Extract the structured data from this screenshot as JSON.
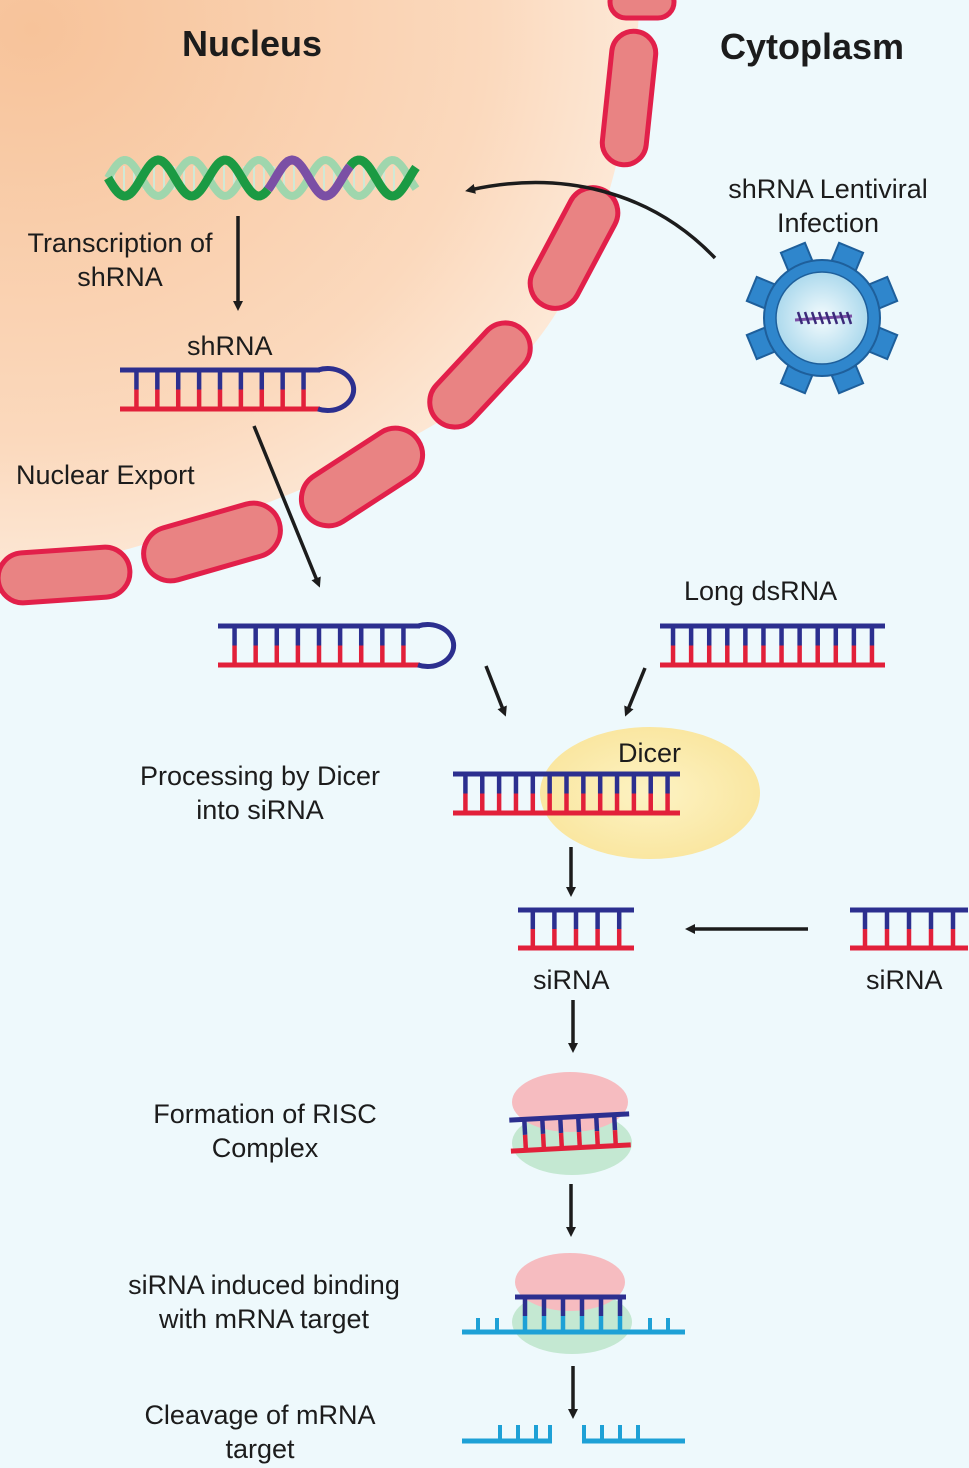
{
  "regions": {
    "nucleus": "Nucleus",
    "cytoplasm": "Cytoplasm"
  },
  "labels": {
    "lentiviral_line1": "shRNA Lentiviral",
    "lentiviral_line2": "Infection",
    "transcription_line1": "Transcription of",
    "transcription_line2": "shRNA",
    "shrna": "shRNA",
    "nuclear_export": "Nuclear Export",
    "long_dsrna": "Long dsRNA",
    "dicer": "Dicer",
    "processing_line1": "Processing by Dicer",
    "processing_line2": "into siRNA",
    "sirna_center": "siRNA",
    "sirna_right": "siRNA",
    "risc_line1": "Formation of RISC",
    "risc_line2": "Complex",
    "binding_line1": "siRNA induced binding",
    "binding_line2": "with mRNA target",
    "cleavage_line1": "Cleavage of mRNA",
    "cleavage_line2": "target"
  },
  "colors": {
    "background": "#eef9fc",
    "nucleus_fill": "#f7c9a4",
    "membrane_pore_fill": "#e98383",
    "membrane_pore_stroke": "#e2204a",
    "rna_top_strand": "#2c2f8f",
    "rna_bottom_strand": "#e2203a",
    "mrna": "#1ea1d6",
    "dicer": "#fbe8a0",
    "risc_top": "#f6b8bc",
    "risc_bottom": "#bfe6cf",
    "dna_green": "#1b9a43",
    "dna_purple": "#7b4fa5",
    "virus_body": "#2f86cc",
    "arrow": "#1c1c1c"
  }
}
